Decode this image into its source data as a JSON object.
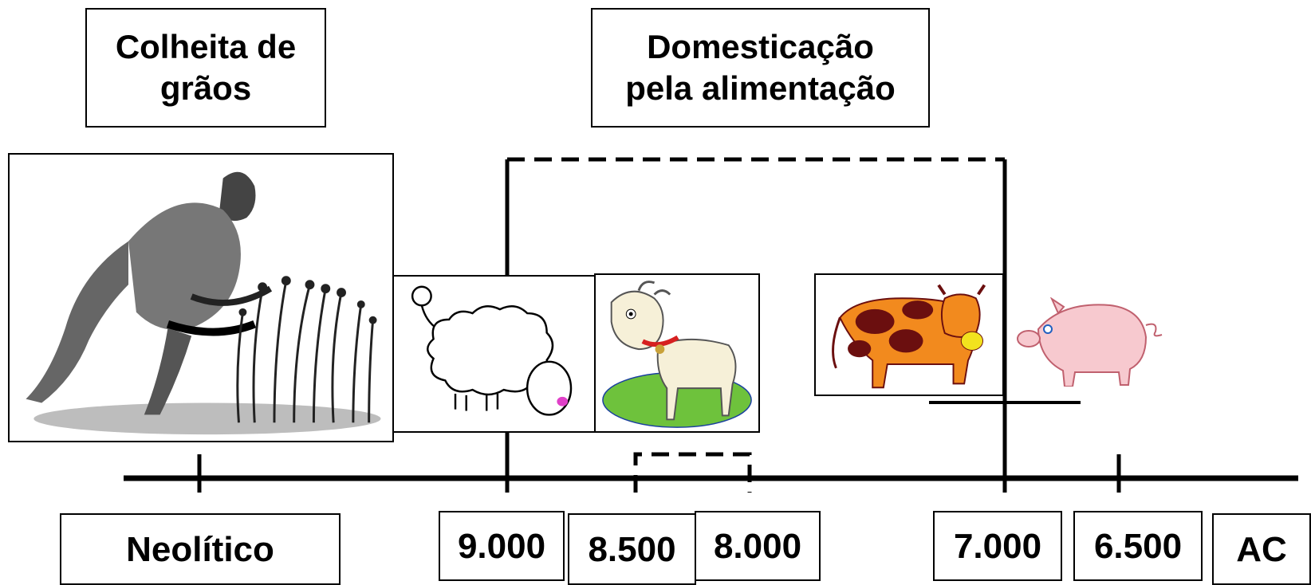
{
  "titles": {
    "harvest": "Colheita de grãos",
    "domestication": "Domesticação pela alimentação"
  },
  "period": "Neolítico",
  "dates": [
    "9.000",
    "8.500",
    "8.000",
    "7.000",
    "6.500"
  ],
  "era": "AC",
  "icons": [
    "man-harvesting-grain-icon",
    "sheep-icon",
    "goat-icon",
    "cow-icon",
    "pig-icon"
  ],
  "colors": {
    "line": "#000000",
    "cow_body": "#f28a1e",
    "cow_spots": "#6b0f0f",
    "pig": "#f7c9cf",
    "grass": "#6ec23c"
  }
}
